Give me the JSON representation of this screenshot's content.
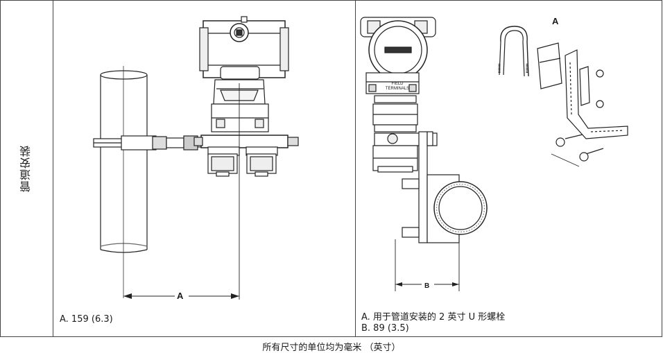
{
  "side_label": "管道安装",
  "panel1": {
    "dimension_letter": "A",
    "caption_a": "A. 159 (6.3)"
  },
  "panel2": {
    "dimension_letter_b": "B",
    "callout_letter_a": "A",
    "nameplate_text": "FIELD TERMINALS",
    "caption_a": "A. 用于管道安装的 2 英寸 U 形螺栓",
    "caption_b": "B. 89 (3.5)"
  },
  "footer": "所有尺寸的单位均为毫米 （英寸）"
}
